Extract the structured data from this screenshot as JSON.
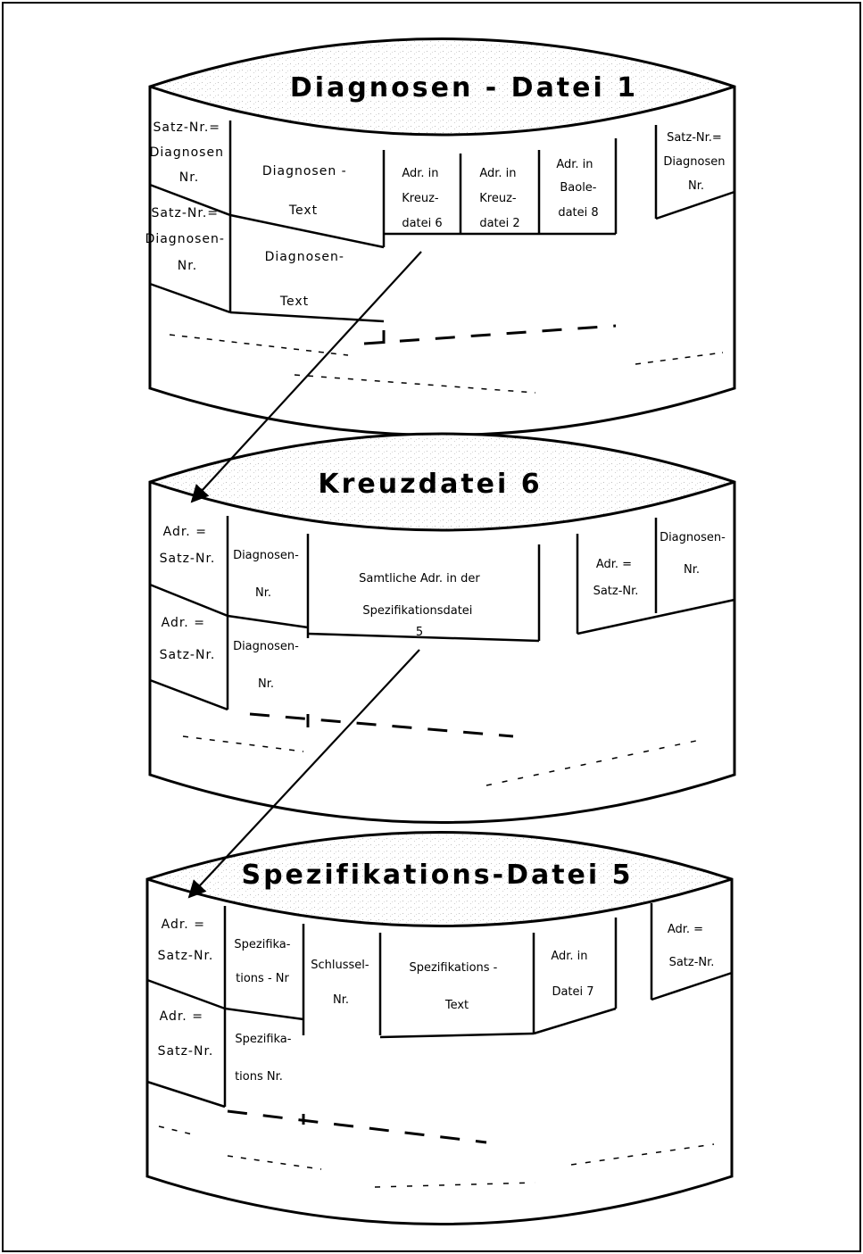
{
  "files": [
    {
      "title": "Diagnosen - Datei 1",
      "cells": {
        "row1_satz": [
          "Satz-Nr.=",
          "Diagnosen",
          "Nr."
        ],
        "row1_text": [
          "Diagnosen -",
          "Text"
        ],
        "row1_adr1": [
          "Adr. in",
          "Kreuz-",
          "datei 6"
        ],
        "row1_adr2": [
          "Adr. in",
          "Kreuz-",
          "datei 2"
        ],
        "row1_adr3": [
          "Adr. in",
          "Baole-",
          "datei 8"
        ],
        "row1_right": [
          "Satz-Nr.=",
          "Diagnosen",
          "Nr."
        ],
        "row2_satz": [
          "Satz-Nr.=",
          "Diagnosen-",
          "Nr."
        ],
        "row2_text": [
          "Diagnosen-",
          "Text"
        ]
      }
    },
    {
      "title": "Kreuzdatei 6",
      "cells": {
        "row1_adr": [
          "Adr. =",
          "Satz-Nr."
        ],
        "row1_diag": [
          "Diagnosen-",
          "Nr."
        ],
        "row1_text": [
          "Samtliche Adr. in der",
          "Spezifikationsdatei",
          "5"
        ],
        "row1_right_adr": [
          "Adr. =",
          "Satz-Nr."
        ],
        "row1_right_diag": [
          "Diagnosen-",
          "Nr."
        ],
        "row2_adr": [
          "Adr. =",
          "Satz-Nr."
        ],
        "row2_diag": [
          "Diagnosen-",
          "Nr."
        ]
      }
    },
    {
      "title": "Spezifikations-Datei 5",
      "cells": {
        "row1_adr": [
          "Adr. =",
          "Satz-Nr."
        ],
        "row1_spez": [
          "Spezifika-",
          "tions - Nr"
        ],
        "row1_schl": [
          "Schlussel-",
          "Nr."
        ],
        "row1_text": [
          "Spezifikations -",
          "Text"
        ],
        "row1_datei": [
          "Adr. in",
          "Datei 7"
        ],
        "row1_right": [
          "Adr. =",
          "Satz-Nr."
        ],
        "row2_adr": [
          "Adr. =",
          "Satz-Nr."
        ],
        "row2_spez": [
          "Spezifika-",
          "tions Nr."
        ]
      }
    }
  ]
}
